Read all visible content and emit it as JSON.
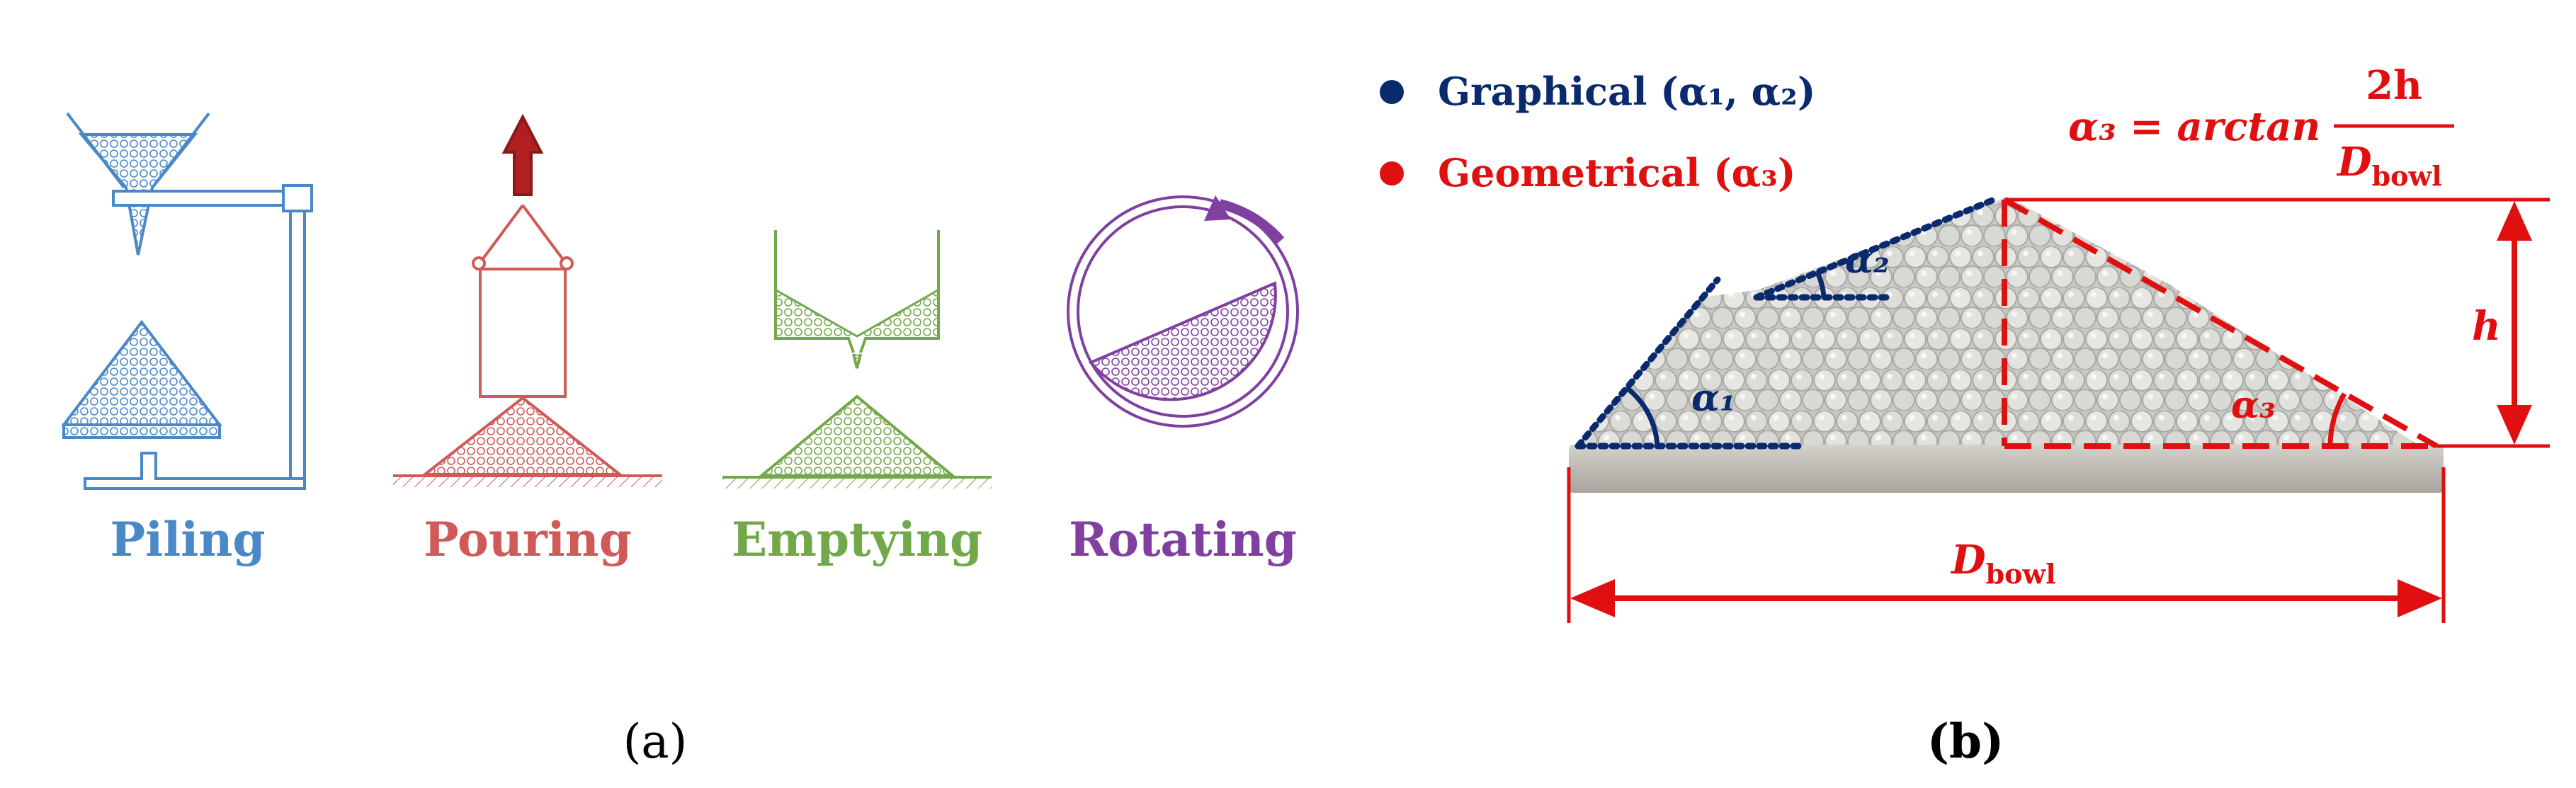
{
  "panel_a": {
    "methods": [
      {
        "label": "Piling",
        "color": "#4a88c7"
      },
      {
        "label": "Pouring",
        "color": "#d05a58"
      },
      {
        "label": "Emptying",
        "color": "#72a84a"
      },
      {
        "label": "Rotating",
        "color": "#8040a0"
      }
    ],
    "caption": "(a)"
  },
  "panel_b": {
    "legend": [
      {
        "text": "Graphical (α₁, α₂)",
        "color": "#0a2a6e"
      },
      {
        "text": "Geometrical (α₃)",
        "color": "#e01010"
      }
    ],
    "formula": {
      "lhs": "α₃ = arctan",
      "numerator": "2h",
      "denominator_main": "D",
      "denominator_sub": "bowl"
    },
    "angle_labels": {
      "a1": "α₁",
      "a2": "α₂",
      "a3": "α₃"
    },
    "height_label": "h",
    "diameter_label": {
      "main": "D",
      "sub": "bowl"
    },
    "caption": "(b)"
  }
}
